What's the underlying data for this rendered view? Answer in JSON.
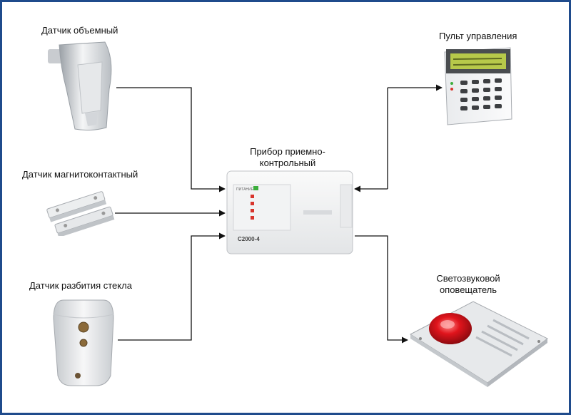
{
  "diagram": {
    "center": {
      "title_line1": "Прибор приемно-",
      "title_line2": "контрольный",
      "model": "С2000-4"
    },
    "nodes": {
      "motion_sensor": "Датчик объемный",
      "magnetic_sensor": "Датчик магнитоконтактный",
      "glass_sensor": "Датчик разбития стекла",
      "control_panel": "Пульт управления",
      "siren_line1": "Светозвуковой",
      "siren_line2": "оповещатель"
    },
    "colors": {
      "frame": "#1f4b8c",
      "wire": "#111111",
      "led_green": "#3cae3c",
      "led_red": "#d8342c",
      "lcd": "#b7c94a",
      "siren": "#e0141c"
    }
  }
}
